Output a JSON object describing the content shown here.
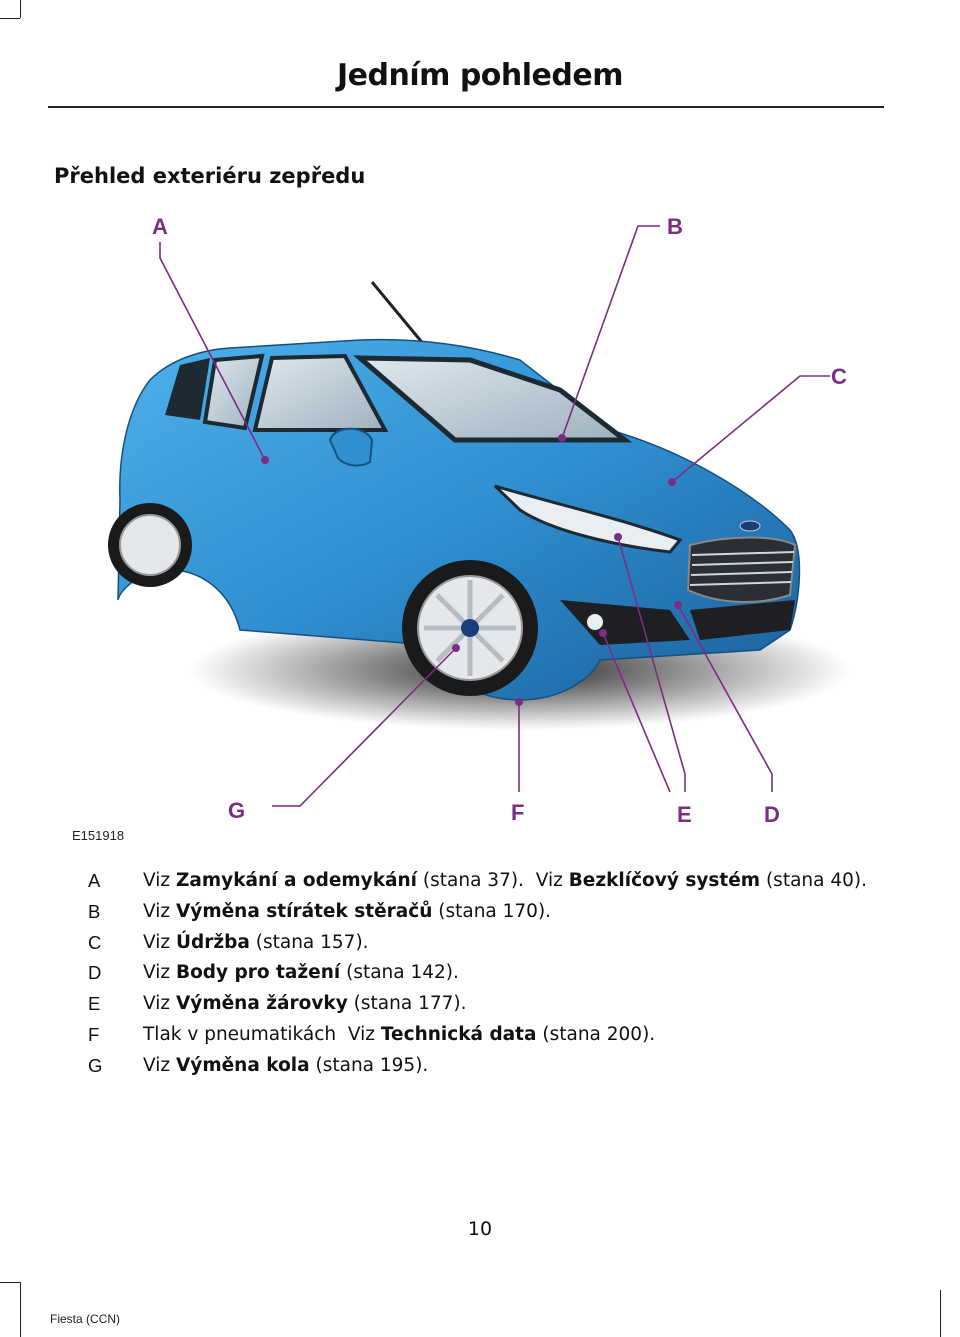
{
  "header": {
    "title": "Jedním pohledem"
  },
  "section": {
    "title": "Přehled exteriéru zepředu"
  },
  "figure": {
    "code": "E151918",
    "callouts": [
      "A",
      "B",
      "C",
      "D",
      "E",
      "F",
      "G"
    ],
    "colors": {
      "callout": "#7b2d83",
      "car_body": "#2f8fd0"
    }
  },
  "legend": [
    {
      "key": "A",
      "parts": [
        {
          "t": "Viz ",
          "b": false
        },
        {
          "t": "Zamykání a odemykání",
          "b": true
        },
        {
          "t": " (stana 37).  Viz ",
          "b": false
        },
        {
          "t": "Bezklíčový systém",
          "b": true
        },
        {
          "t": " (stana 40).",
          "b": false
        }
      ]
    },
    {
      "key": "B",
      "parts": [
        {
          "t": "Viz ",
          "b": false
        },
        {
          "t": "Výměna stírátek stěračů",
          "b": true
        },
        {
          "t": " (stana 170).",
          "b": false
        }
      ]
    },
    {
      "key": "C",
      "parts": [
        {
          "t": "Viz ",
          "b": false
        },
        {
          "t": "Údržba",
          "b": true
        },
        {
          "t": " (stana 157).",
          "b": false
        }
      ]
    },
    {
      "key": "D",
      "parts": [
        {
          "t": "Viz ",
          "b": false
        },
        {
          "t": "Body pro tažení",
          "b": true
        },
        {
          "t": " (stana 142).",
          "b": false
        }
      ]
    },
    {
      "key": "E",
      "parts": [
        {
          "t": "Viz ",
          "b": false
        },
        {
          "t": "Výměna žárovky",
          "b": true
        },
        {
          "t": " (stana 177).",
          "b": false
        }
      ]
    },
    {
      "key": "F",
      "parts": [
        {
          "t": "Tlak v pneumatikách  Viz ",
          "b": false
        },
        {
          "t": "Technická data",
          "b": true
        },
        {
          "t": " (stana 200).",
          "b": false
        }
      ]
    },
    {
      "key": "G",
      "parts": [
        {
          "t": "Viz ",
          "b": false
        },
        {
          "t": "Výměna kola",
          "b": true
        },
        {
          "t": " (stana 195).",
          "b": false
        }
      ]
    }
  ],
  "page_number": "10",
  "footer": {
    "text": "Fiesta (CCN)"
  }
}
